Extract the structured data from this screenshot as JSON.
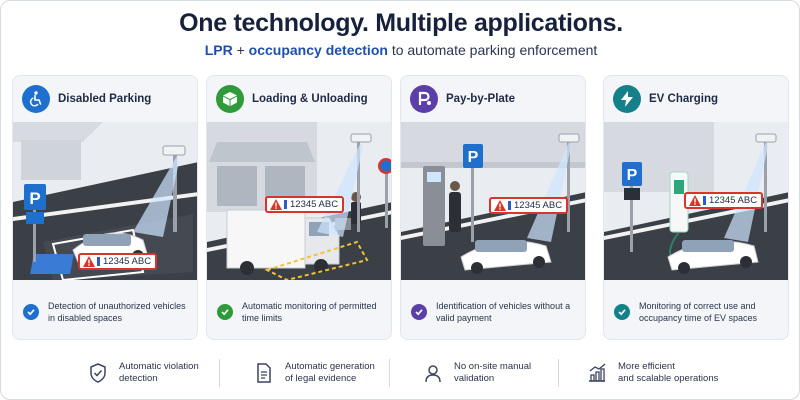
{
  "header": {
    "title": "One technology. Multiple applications.",
    "subtitle_hl1": "LPR",
    "subtitle_plus": " + ",
    "subtitle_hl2": "occupancy detection",
    "subtitle_rest": " to automate parking enforcement"
  },
  "cards": [
    {
      "title": "Disabled Parking",
      "plate": "12345 ABC",
      "footer": "Detection of unauthorized vehicles in disabled spaces",
      "icon": "wheelchair-icon",
      "color": "#1f6fcf"
    },
    {
      "title": "Loading & Unloading",
      "plate": "12345 ABC",
      "footer": "Automatic monitoring of permitted time limits",
      "icon": "package-icon",
      "color": "#2e9a3a"
    },
    {
      "title": "Pay-by-Plate",
      "plate": "12345 ABC",
      "footer": "Identification of vehicles without a valid payment",
      "icon": "parking-icon",
      "color": "#5b3fa8"
    },
    {
      "title": "EV Charging",
      "plate": "12345 ABC",
      "footer": "Monitoring of correct use and occupancy time of EV spaces",
      "icon": "lightning-icon",
      "color": "#13808a"
    }
  ],
  "bottom": [
    {
      "text1": "Automatic violation",
      "text2": "detection",
      "icon": "shield-check-icon"
    },
    {
      "text1": "Automatic generation",
      "text2": "of legal evidence",
      "icon": "document-icon"
    },
    {
      "text1": "No on-site manual",
      "text2": "validation",
      "icon": "user-icon"
    },
    {
      "text1": "More efficient",
      "text2": "and scalable operations",
      "icon": "chart-growth-icon"
    }
  ],
  "scene_signs": {
    "parking_letter": "P"
  }
}
